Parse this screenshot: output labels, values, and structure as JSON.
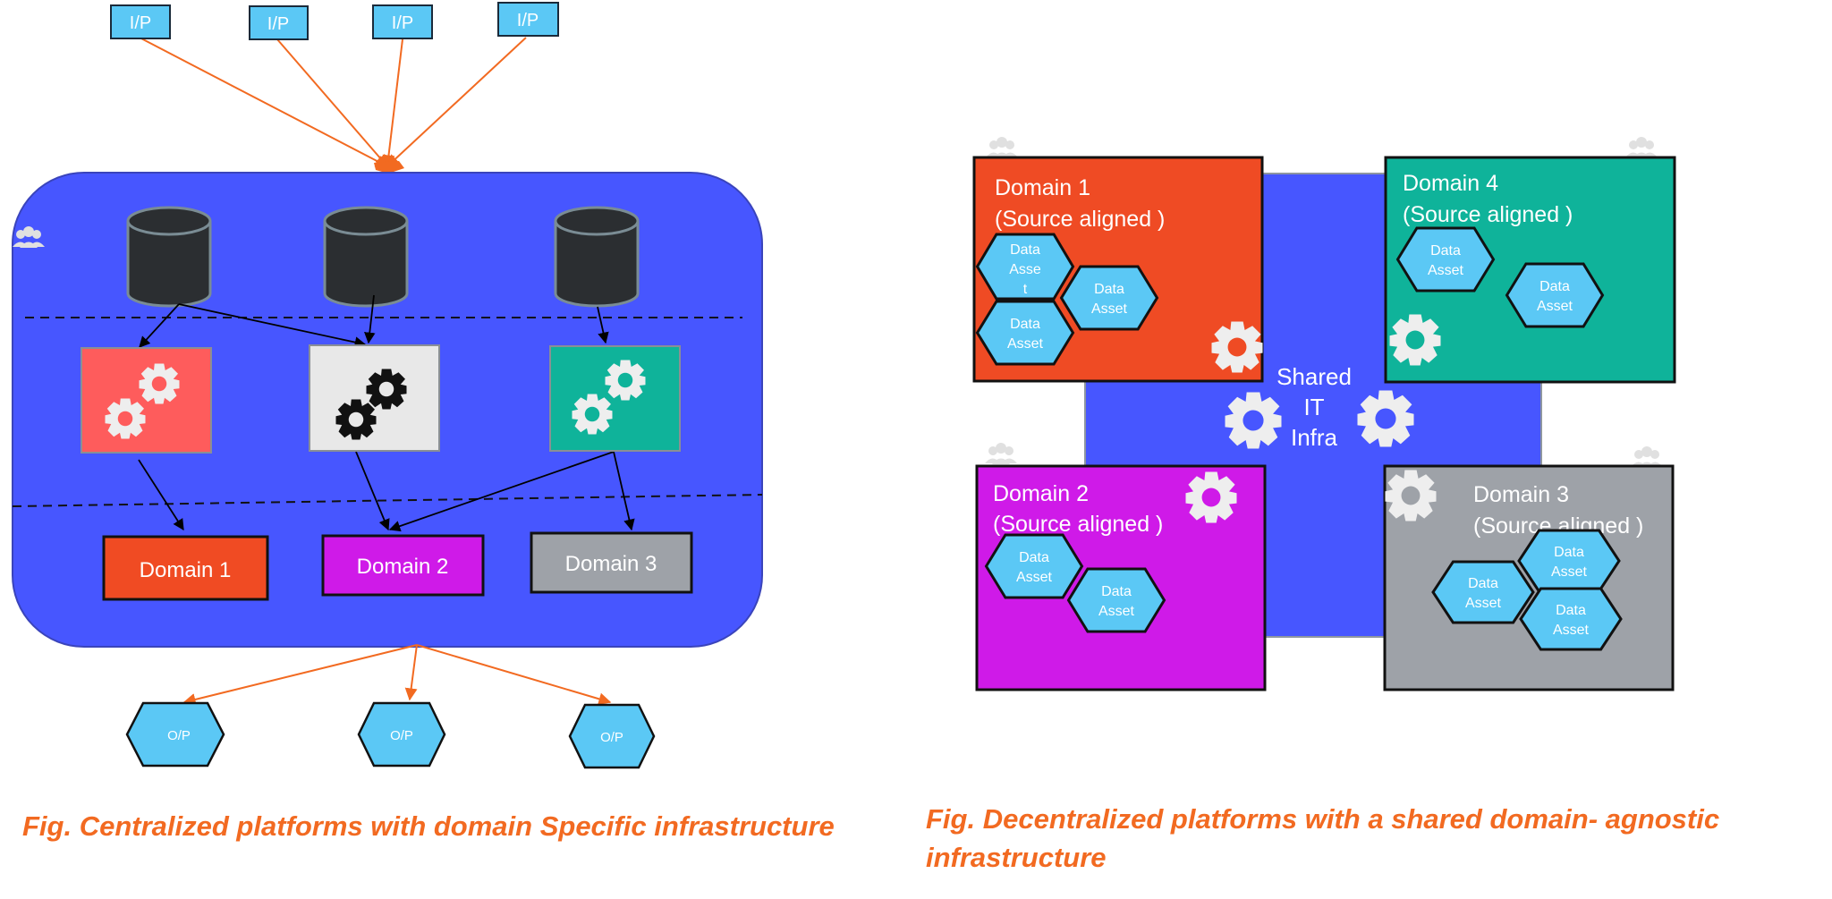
{
  "left_figure": {
    "inputs": [
      "I/P",
      "I/P",
      "I/P",
      "I/P"
    ],
    "domains": [
      "Domain 1",
      "Domain 2",
      "Domain 3"
    ],
    "outputs": [
      "O/P",
      "O/P",
      "O/P"
    ],
    "caption": "Fig. Centralized platforms with domain Specific infrastructure",
    "colors": {
      "platform": "#4756ff",
      "domain1": "#f04b23",
      "domain2": "#cf1ae8",
      "domain3": "#9ea2a8",
      "gear_box1": "#fe5c5c",
      "gear_box2": "#e8e8e8",
      "gear_box3": "#0fb39a",
      "io": "#5bc8f5",
      "arrow_orange": "#f26a21",
      "database": "#2b2e31"
    }
  },
  "right_figure": {
    "shared_label": [
      "Shared",
      "IT",
      "Infra"
    ],
    "domains": [
      {
        "title": "Domain 1",
        "subtitle": "(Source aligned )"
      },
      {
        "title": "Domain 4",
        "subtitle": "(Source aligned )"
      },
      {
        "title": "Domain 2",
        "subtitle": "(Source aligned )"
      },
      {
        "title": "Domain 3",
        "subtitle": "(Source aligned )"
      }
    ],
    "data_asset": [
      "Data",
      "Asset"
    ],
    "data_asset_wrapped": [
      "Data",
      "Asse",
      "t"
    ],
    "caption_line1": "Fig. Decentralized platforms with a shared domain- agnostic",
    "caption_line2": "infrastructure",
    "colors": {
      "shared": "#4756ff",
      "domain1": "#ef4b24",
      "domain4": "#0fb39a",
      "domain2": "#cf1ae8",
      "domain3": "#9ea2a8",
      "hex": "#5bc8f5"
    }
  }
}
